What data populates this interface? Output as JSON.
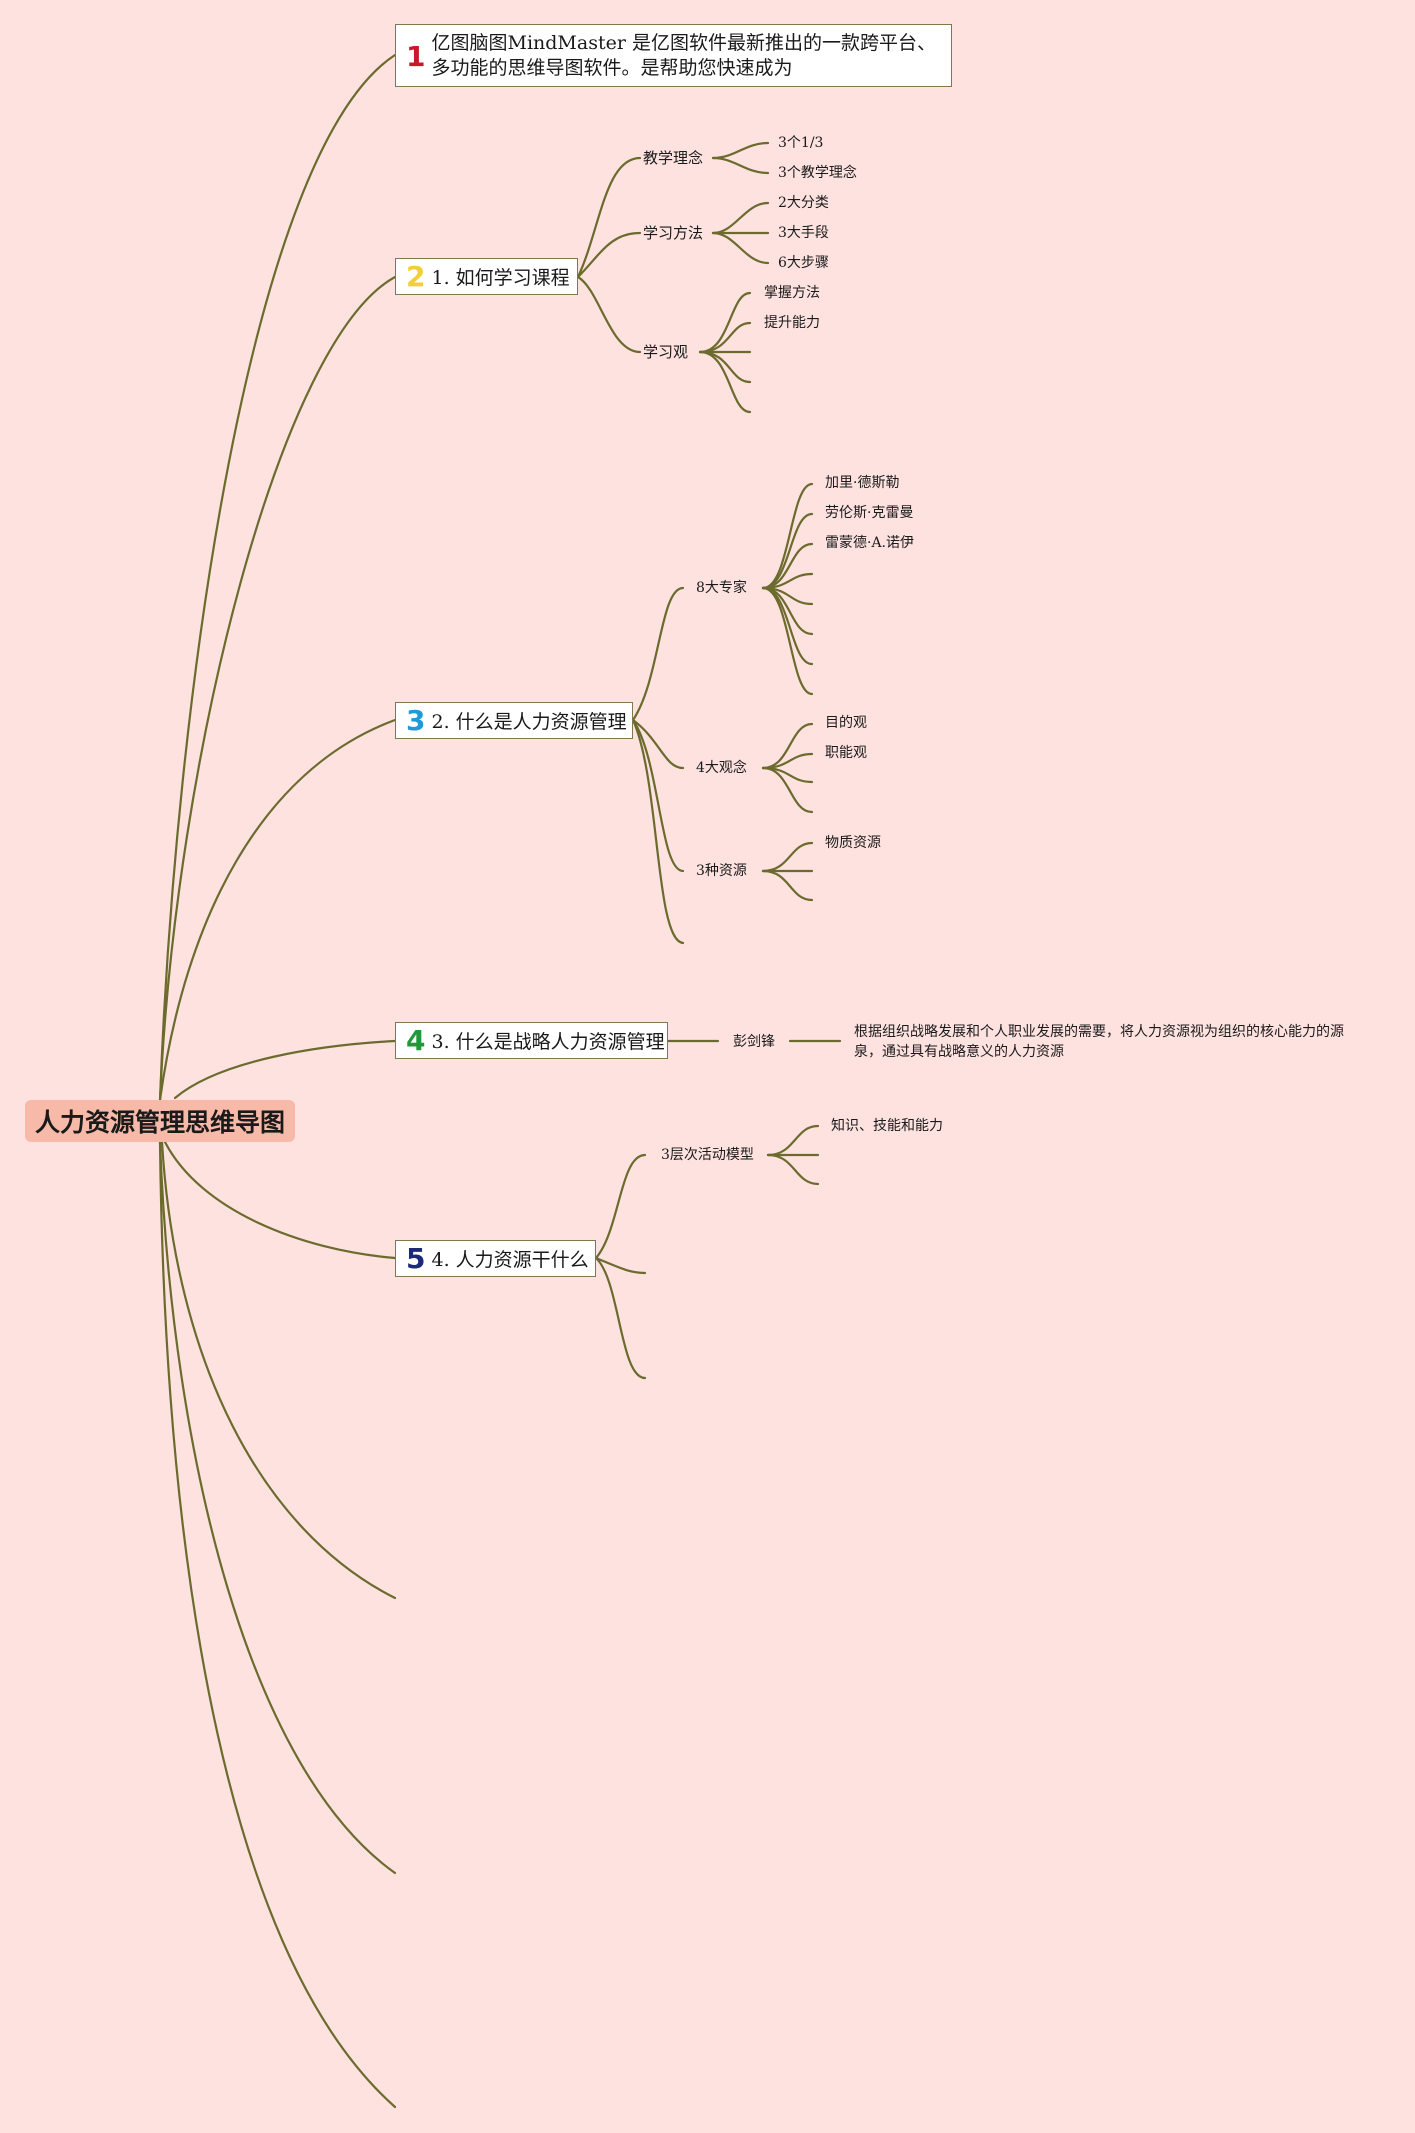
{
  "root": {
    "label": "人力资源管理思维导图"
  },
  "topics": [
    {
      "num": "1",
      "num_color": "#c8192c",
      "label": "亿图脑图MindMaster 是亿图软件最新推出的一款跨平台、多功能的思维导图软件。是帮助您快速成为"
    },
    {
      "num": "2",
      "num_color": "#f2cf36",
      "label": "1. 如何学习课程"
    },
    {
      "num": "3",
      "num_color": "#1f9ad6",
      "label": "2. 什么是人力资源管理"
    },
    {
      "num": "4",
      "num_color": "#1f9a3a",
      "label": "3. 什么是战略人力资源管理"
    },
    {
      "num": "5",
      "num_color": "#1d2a7a",
      "label": "4. 人力资源干什么"
    }
  ],
  "subtopics": {
    "t2": {
      "teaching_idea": {
        "label": "教学理念",
        "children": [
          "3个1/3",
          "3个教学理念"
        ]
      },
      "study_method": {
        "label": "学习方法",
        "children": [
          "2大分类",
          "3大手段",
          "6大步骤"
        ]
      },
      "study_view": {
        "label": "学习观",
        "children": [
          "掌握方法",
          "提升能力"
        ]
      }
    },
    "t3": {
      "experts": {
        "label": "8大专家",
        "children": [
          "加里·德斯勒",
          "劳伦斯·克雷曼",
          "雷蒙德·A.诺伊"
        ]
      },
      "concepts": {
        "label": "4大观念",
        "children": [
          "目的观",
          "职能观"
        ]
      },
      "resources": {
        "label": "3种资源",
        "children": [
          "物质资源"
        ]
      }
    },
    "t4": {
      "person": {
        "label": "彭剑锋"
      },
      "definition": "根据组织战略发展和个人职业发展的需要，将人力资源视为组织的核心能力的源泉，通过具有战略意义的人力资源"
    },
    "t5": {
      "model": {
        "label": "3层次活动模型",
        "children": [
          "知识、技能和能力"
        ]
      }
    }
  },
  "colors": {
    "background": "#fde2e0",
    "root_fill": "#f7b9a8",
    "connector": "#6b6b2e",
    "topic_border": "#7a7a4a"
  }
}
